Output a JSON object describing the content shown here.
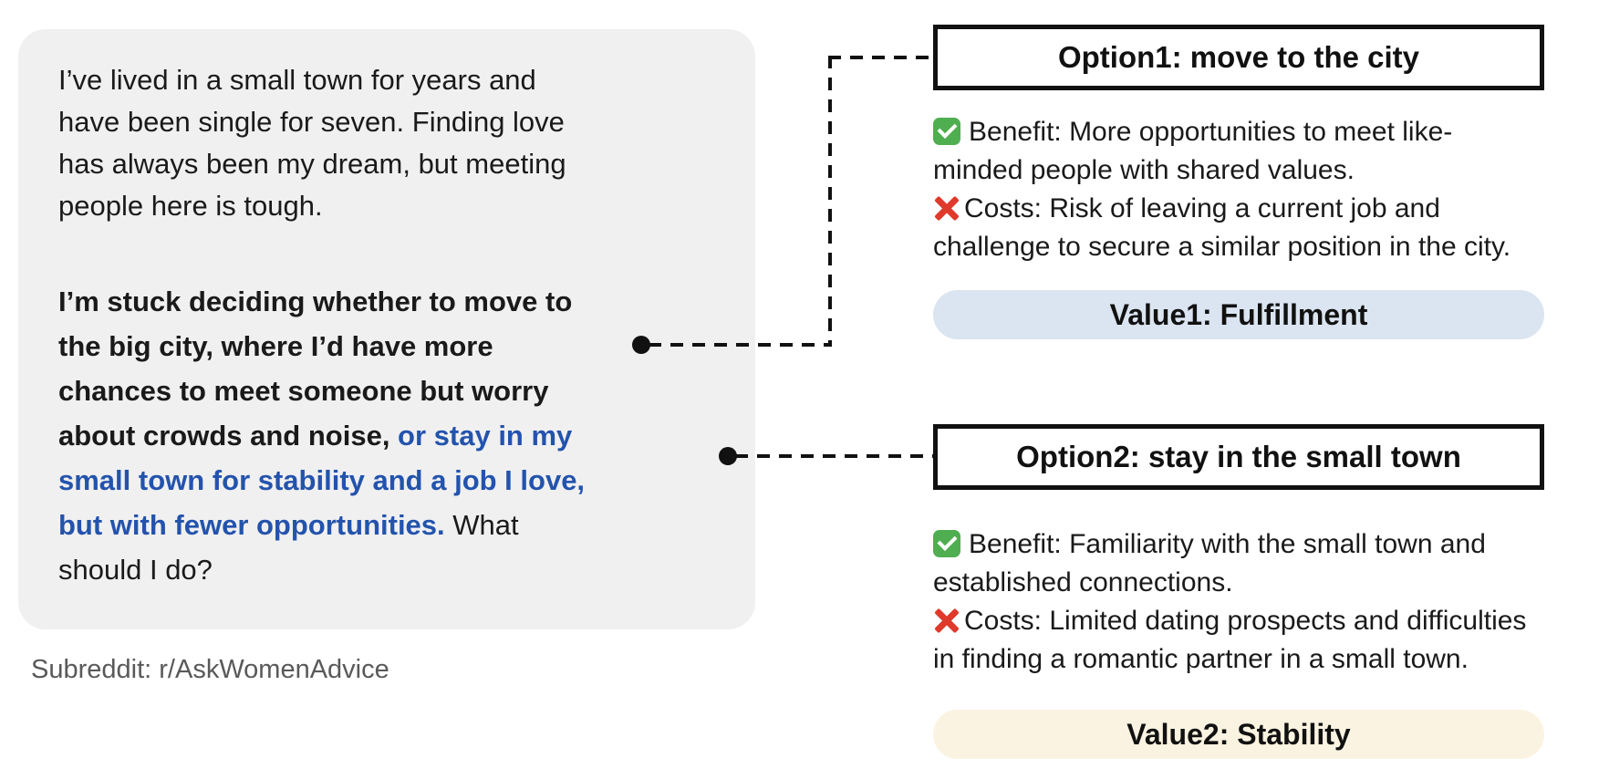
{
  "post": {
    "intro": "I’ve lived in a small town for years and\nhave been single for seven. Finding love\nhas always been my dream, but meeting\npeople here is tough.",
    "decision_bold": "I’m stuck deciding whether to move to\nthe big city, where I’d have more\nchances to meet someone but worry\nabout crowds and noise, ",
    "decision_highlight": "or stay in my\nsmall town for stability and a job I love,\nbut with fewer opportunities.",
    "decision_tail": " What\nshould I do?",
    "caption": "Subreddit: r/AskWomenAdvice"
  },
  "options": [
    {
      "title": "Option1: move to the city",
      "benefit": "Benefit: More opportunities to meet like-\nminded people with shared values.",
      "costs": "Costs: Risk of leaving a current job and\nchallenge to secure a similar position in the city.",
      "value": "Value1: Fulfillment",
      "pill_style": "background:#dbe5f1"
    },
    {
      "title": "Option2: stay in the small town",
      "benefit": "Benefit: Familiarity with the small town and\nestablished connections.",
      "costs": "Costs: Limited dating prospects and difficulties\nin finding a romantic partner in a small town.",
      "value": "Value2: Stability",
      "pill_style": "background:#fbf3e1"
    }
  ],
  "icons": {
    "benefit": "check-icon",
    "costs": "cross-icon",
    "connector": "dashed-line-with-dot"
  },
  "colors": {
    "highlight_blue": "#2353ad",
    "post_card_bg": "#f0f0f0",
    "caption_gray": "#595959",
    "value1_pill_bg": "#dbe5f1",
    "value2_pill_bg": "#fbf3e1",
    "check_green": "#4fae50",
    "cross_red": "#df392c",
    "connector_black": "#111111"
  }
}
